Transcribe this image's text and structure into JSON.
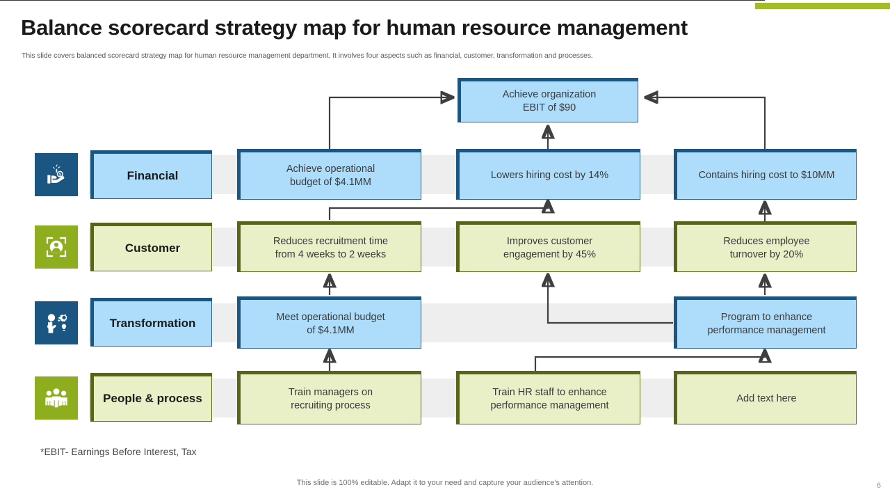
{
  "header": {
    "title": "Balance scorecard strategy map for human resource management",
    "subtitle": "This slide covers balanced scorecard strategy map for human resource management department. It involves four aspects such as financial, customer, transformation and processes.",
    "accent_color": "#a2bc2a"
  },
  "top_objective": {
    "text": "Achieve organization\nEBIT of $90",
    "fill": "#aeddfb",
    "border": "#1b5581"
  },
  "perspectives": [
    {
      "key": "financial",
      "label": "Financial",
      "icon": "hand-plant-coin-icon",
      "icon_color": "#1b5581",
      "theme": "blue",
      "boxes": [
        "Achieve operational\nbudget of $4.1MM",
        "Lowers hiring cost by 14%",
        "Contains hiring cost to $10MM"
      ]
    },
    {
      "key": "customer",
      "label": "Customer",
      "icon": "person-focus-icon",
      "icon_color": "#8fae1f",
      "theme": "green",
      "boxes": [
        "Reduces recruitment  time\nfrom 4 weeks to 2 weeks",
        "Improves   customer\nengagement by 45%",
        "Reduces employee\nturnover  by 20%"
      ]
    },
    {
      "key": "transformation",
      "label": "Transformation",
      "icon": "hand-globe-gear-icon",
      "icon_color": "#1b5581",
      "theme": "blue",
      "boxes": [
        "Meet operational budget\nof $4.1MM",
        "",
        "Program to enhance\nperformance  management"
      ]
    },
    {
      "key": "people-process",
      "label": "People & process",
      "icon": "three-people-icon",
      "icon_color": "#8fae1f",
      "theme": "green",
      "boxes": [
        "Train managers on\nrecruiting process",
        "Train HR staff to enhance\nperformance  management",
        "Add text here"
      ]
    }
  ],
  "footnote": "*EBIT- Earnings Before Interest,  Tax",
  "bottom_note": "This slide is 100% editable. Adapt it to your need and capture your audience's attention.",
  "page_number": "6"
}
